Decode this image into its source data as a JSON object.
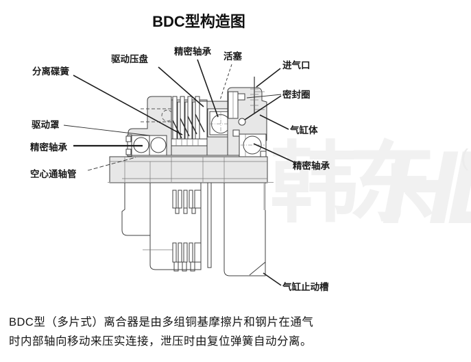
{
  "title": "BDC型构造图",
  "diagram": {
    "labels": [
      {
        "id": "separation-disc-spring",
        "text": "分离碟簧"
      },
      {
        "id": "drive-pressure-plate",
        "text": "驱动压盘"
      },
      {
        "id": "precision-bearing-top",
        "text": "精密轴承"
      },
      {
        "id": "piston",
        "text": "活塞"
      },
      {
        "id": "air-inlet",
        "text": "进气口"
      },
      {
        "id": "seal-ring",
        "text": "密封圈"
      },
      {
        "id": "cylinder-body",
        "text": "气缸体"
      },
      {
        "id": "precision-bearing-right",
        "text": "精密轴承"
      },
      {
        "id": "drive-cover",
        "text": "驱动罩"
      },
      {
        "id": "precision-bearing-left",
        "text": "精密轴承"
      },
      {
        "id": "hollow-through-shaft-tube",
        "text": "空心通轴管"
      },
      {
        "id": "cylinder-stop-groove",
        "text": "气缸止动槽"
      }
    ],
    "watermark": {
      "cjk": "韩东",
      "latin": "HD",
      "paren": "("
    }
  },
  "caption": {
    "line1": "BDC型（多片式）离合器是由多组铜基摩擦片和钢片在通气",
    "line2": "时内部轴向移动来压实连接，泄压时由复位弹簧自动分离。"
  },
  "colors": {
    "section_fill": "#e7e7e7",
    "outline": "#3f3f3f",
    "watermark": "#f1f1f1",
    "text": "#1a1a1a"
  }
}
